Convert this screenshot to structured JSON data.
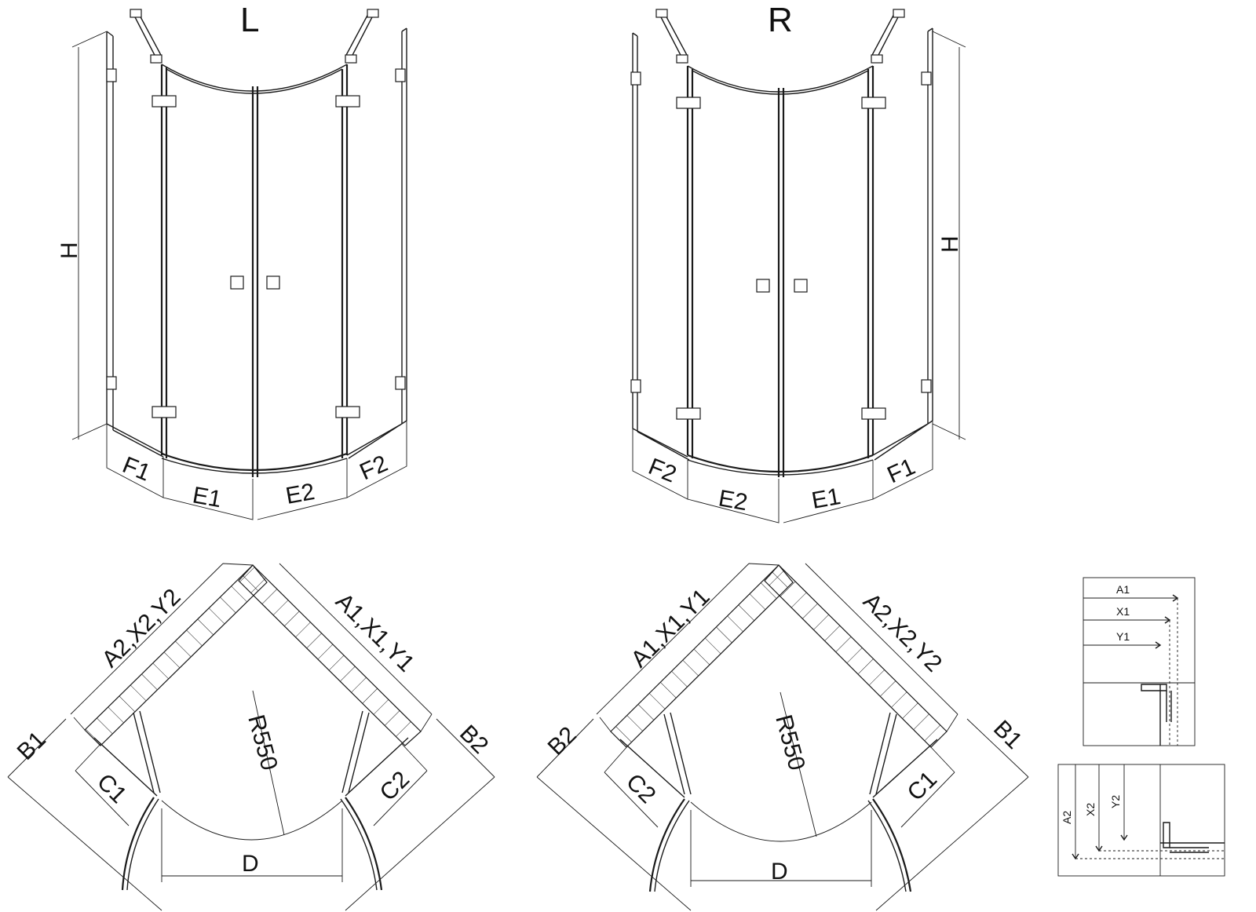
{
  "views": {
    "left_title": "L",
    "right_title": "R"
  },
  "dimensions": {
    "H": "H",
    "F1": "F1",
    "F2": "F2",
    "E1": "E1",
    "E2": "E2",
    "D": "D",
    "R550": "R550",
    "B1": "B1",
    "B2": "B2",
    "C1": "C1",
    "C2": "C2",
    "A1X1Y1": "A1,X1,Y1",
    "A2X2Y2": "A2,X2,Y2"
  },
  "detail": {
    "A1": "A1",
    "X1": "X1",
    "Y1": "Y1",
    "A2": "A2",
    "X2": "X2",
    "Y2": "Y2"
  }
}
